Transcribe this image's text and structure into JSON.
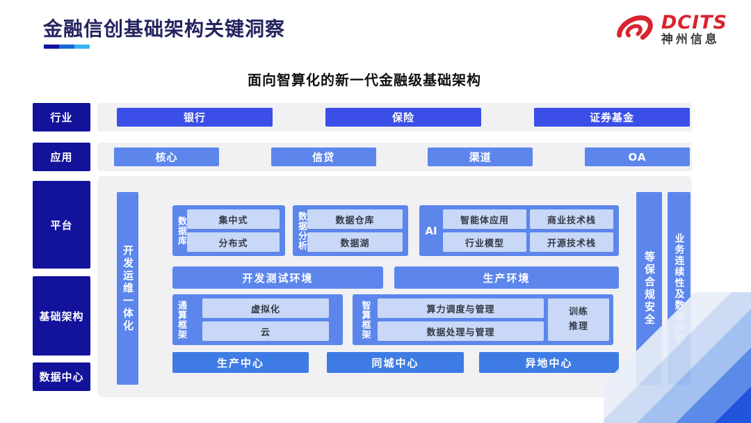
{
  "header": {
    "title": "金融信创基础架构关键洞察",
    "logo": {
      "brand": "DCITS",
      "company": "神州信息"
    }
  },
  "diagram": {
    "title": "面向智算化的新一代金融级基础架构",
    "industry": {
      "label": "行业",
      "items": [
        "银行",
        "保险",
        "证券基金"
      ]
    },
    "application": {
      "label": "应用",
      "items": [
        "核心",
        "信贷",
        "渠道",
        "OA"
      ]
    },
    "platform_label": "平台",
    "infrastructure_label": "基础架构",
    "datacenter_label": "数据中心",
    "platform": {
      "devops_bar": "开发运维一体化",
      "database": {
        "label": "数据库",
        "items": [
          "集中式",
          "分布式"
        ]
      },
      "analytics": {
        "label": "数据分析",
        "items": [
          "数据仓库",
          "数据湖"
        ]
      },
      "ai": {
        "label": "AI",
        "items": [
          "智能体应用",
          "商业技术栈",
          "行业模型",
          "开源技术栈"
        ]
      },
      "environments": [
        "开发测试环境",
        "生产环境"
      ],
      "general_framework": {
        "label": "通算框架",
        "items": [
          "虚拟化",
          "云"
        ]
      },
      "intelligent_framework": {
        "label": "智算框架",
        "items": [
          "算力调度与管理",
          "数据处理与管理"
        ],
        "side_item": "训练\n推理"
      },
      "centers": [
        "生产中心",
        "同城中心",
        "异地中心"
      ],
      "security_bar": "等保合规安全",
      "continuity_bar": "业务连续性及数据保护"
    }
  },
  "colors": {
    "navy": "#12129B",
    "indigo": "#3B4EE8",
    "blue": "#5C86EC",
    "light": "#C8D8F6",
    "azure": "#3E7BE4",
    "strip": "#F1F1F4",
    "titlec": "#23235F",
    "red": "#D9232E",
    "u1": "#1212A0",
    "u2": "#1A66D9",
    "u3": "#36B4EE"
  }
}
